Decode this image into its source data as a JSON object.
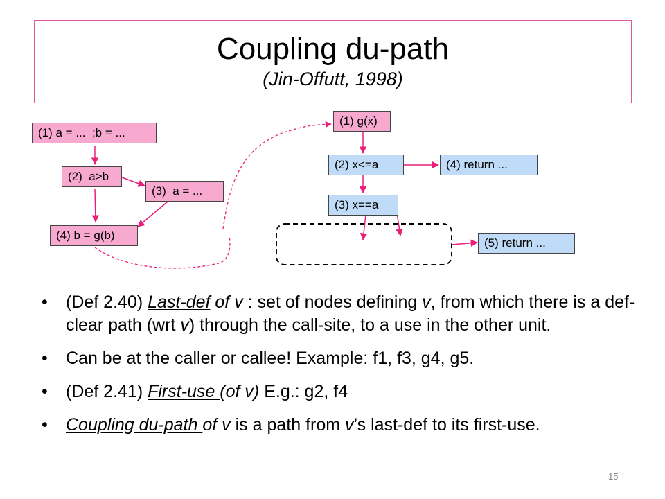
{
  "title": {
    "main": "Coupling du-path",
    "sub": "(Jin-Offutt, 1998)"
  },
  "diagram": {
    "caller_nodes": [
      "(1) a = ...  ;b = ...",
      "(2)  a>b",
      "(3)  a = ...",
      "(4) b = g(b)"
    ],
    "callee_nodes": [
      "(1) g(x)",
      "(2) x<=a",
      "(4) return ...",
      "(3) x==a",
      "(5) return ..."
    ],
    "colors": {
      "caller_fill": "#f8a9cf",
      "callee_fill": "#bfdbf7",
      "edge": "#e8207a",
      "frame": "#e0589a"
    }
  },
  "bullets": [
    {
      "segments": [
        {
          "text": "(Def 2.40) ",
          "style": ""
        },
        {
          "text": "Last-def",
          "style": "u i"
        },
        {
          "text": " ",
          "style": ""
        },
        {
          "text": "of v",
          "style": "i"
        },
        {
          "text": " : set of nodes defining ",
          "style": ""
        },
        {
          "text": "v",
          "style": "i"
        },
        {
          "text": ", from which there is a def-clear path (wrt ",
          "style": ""
        },
        {
          "text": "v",
          "style": "i"
        },
        {
          "text": ") through the call-site, to a use in the other unit.",
          "style": ""
        }
      ]
    },
    {
      "segments": [
        {
          "text": "Can be at the caller or callee! Example: f1, f3, g4, g5.",
          "style": ""
        }
      ]
    },
    {
      "segments": [
        {
          "text": "(Def 2.41) ",
          "style": ""
        },
        {
          "text": "First-use ",
          "style": "u i"
        },
        {
          "text": "(of v)",
          "style": "i"
        },
        {
          "text": "  E.g.: g2, f4",
          "style": ""
        }
      ]
    },
    {
      "segments": [
        {
          "text": "Coupling du-path ",
          "style": "u i"
        },
        {
          "text": "of v",
          "style": "i"
        },
        {
          "text": " is a path from ",
          "style": ""
        },
        {
          "text": "v",
          "style": "i"
        },
        {
          "text": "’s last-def to its first-use.",
          "style": ""
        }
      ]
    }
  ],
  "page_number": "15"
}
